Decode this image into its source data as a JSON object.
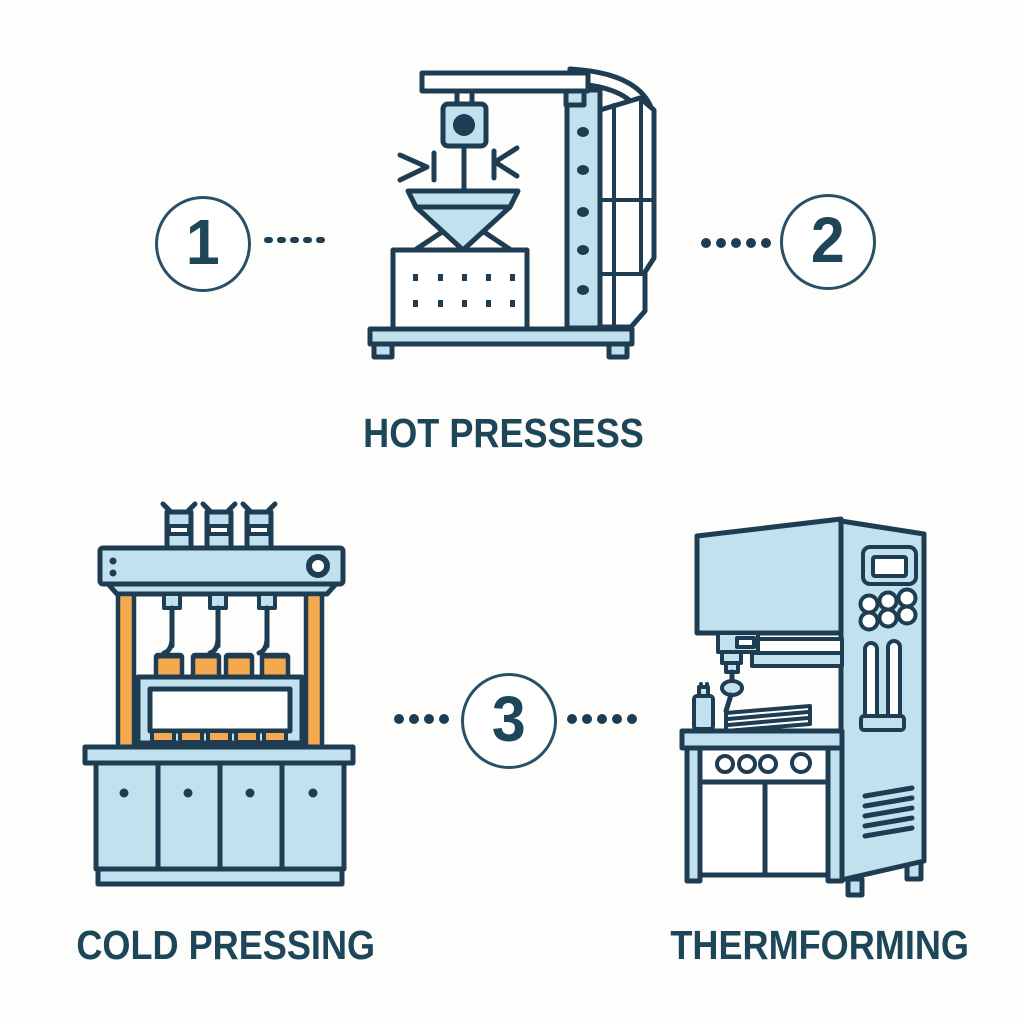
{
  "page": {
    "background": "#fdfdfc",
    "type": "process-infographic"
  },
  "colors": {
    "ink": "#1e3d53",
    "text": "#1d4659",
    "circle_stroke": "#2a5068",
    "light_blue": "#c2e1ef",
    "shade_blue": "#a9cfdf",
    "orange": "#f5a94f",
    "white_fill": "#ffffff"
  },
  "markers": [
    {
      "number": "1"
    },
    {
      "number": "2"
    },
    {
      "number": "3"
    }
  ],
  "machines": [
    {
      "label": "HOT PRESSESS",
      "icon": "hot-press-machine-icon"
    },
    {
      "label": "COLD PRESSING",
      "icon": "cold-press-machine-icon"
    },
    {
      "label": "THERMFORMING",
      "icon": "thermoforming-machine-icon"
    }
  ]
}
